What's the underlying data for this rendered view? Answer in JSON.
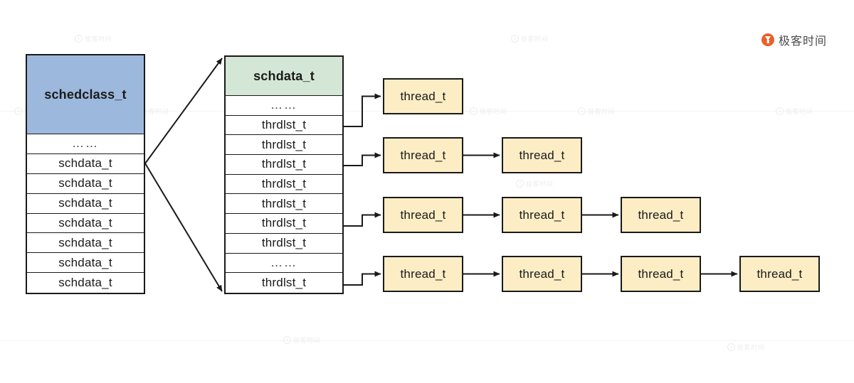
{
  "brand": {
    "name": "极客时间",
    "logo_icon": "geektime-logo-icon",
    "accent_color": "#e8622c"
  },
  "watermark": {
    "text": "极客时间",
    "icon": "watermark-logo-icon"
  },
  "colors": {
    "schedclass_header": "#9db8dd",
    "schdata_header": "#d4e6d5",
    "thread_box": "#fcedc4",
    "stroke": "#1a1a1a"
  },
  "schedclass_table": {
    "name": "schedclass_t",
    "header": "schedclass_t",
    "rows": [
      {
        "label": "……",
        "type": "ellipsis"
      },
      {
        "label": "schdata_t",
        "type": "field"
      },
      {
        "label": "schdata_t",
        "type": "field"
      },
      {
        "label": "schdata_t",
        "type": "field"
      },
      {
        "label": "schdata_t",
        "type": "field"
      },
      {
        "label": "schdata_t",
        "type": "field"
      },
      {
        "label": "schdata_t",
        "type": "field"
      },
      {
        "label": "schdata_t",
        "type": "field"
      }
    ]
  },
  "schdata_table": {
    "name": "schdata_t",
    "header": "schdata_t",
    "rows": [
      {
        "label": "……",
        "type": "ellipsis"
      },
      {
        "label": "thrdlst_t",
        "type": "field"
      },
      {
        "label": "thrdlst_t",
        "type": "field"
      },
      {
        "label": "thrdlst_t",
        "type": "field"
      },
      {
        "label": "thrdlst_t",
        "type": "field"
      },
      {
        "label": "thrdlst_t",
        "type": "field"
      },
      {
        "label": "thrdlst_t",
        "type": "field"
      },
      {
        "label": "thrdlst_t",
        "type": "field"
      },
      {
        "label": "……",
        "type": "ellipsis"
      },
      {
        "label": "thrdlst_t",
        "type": "field"
      }
    ]
  },
  "thread_lists": [
    {
      "source_row": "thrdlst_t",
      "nodes": [
        "thread_t"
      ]
    },
    {
      "source_row": "thrdlst_t",
      "nodes": [
        "thread_t",
        "thread_t"
      ]
    },
    {
      "source_row": "thrdlst_t",
      "nodes": [
        "thread_t",
        "thread_t",
        "thread_t"
      ]
    },
    {
      "source_row": "thrdlst_t",
      "nodes": [
        "thread_t",
        "thread_t",
        "thread_t",
        "thread_t"
      ]
    }
  ]
}
